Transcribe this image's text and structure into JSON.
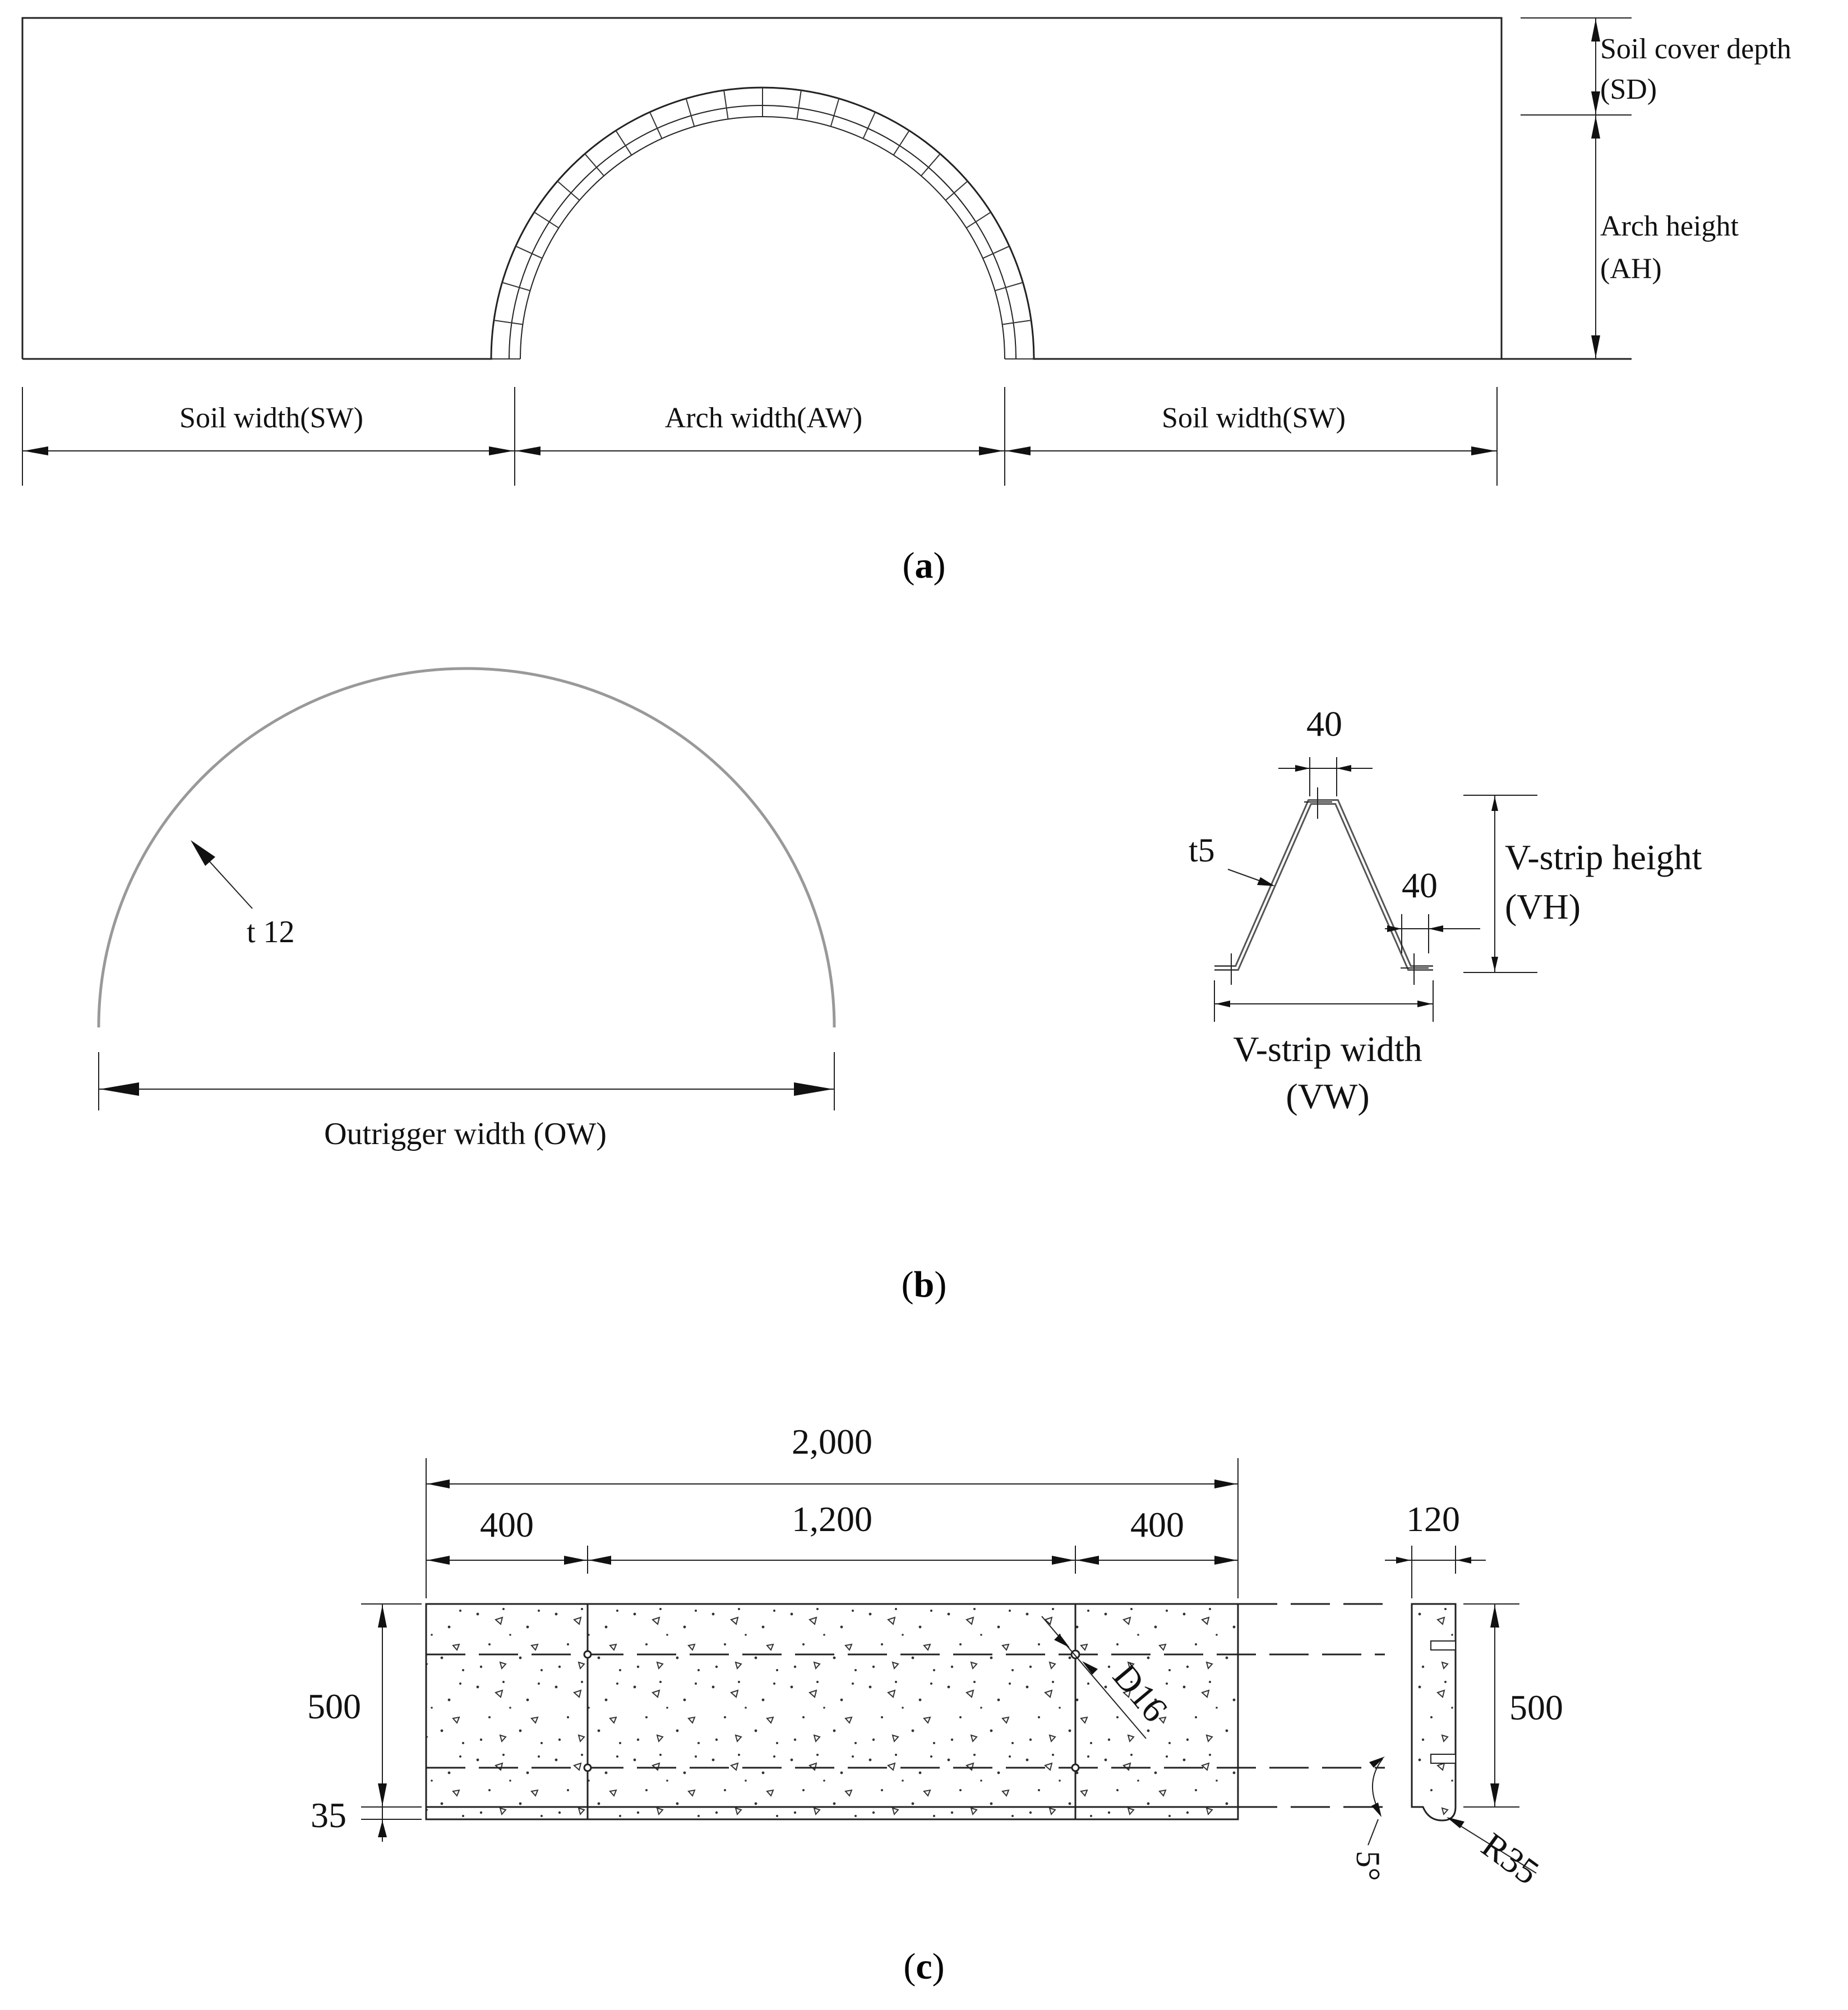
{
  "panel_a": {
    "caption": "a",
    "soil_cover_depth_line1": "Soil cover depth",
    "soil_cover_depth_line2": "(SD)",
    "arch_height_line1": "Arch height",
    "arch_height_line2": "(AH)",
    "soil_width_left": "Soil width(SW)",
    "arch_width": "Arch width(AW)",
    "soil_width_right": "Soil width(SW)"
  },
  "panel_b": {
    "caption": "b",
    "thickness": "t 12",
    "outrigger_width": "Outrigger width (OW)",
    "top_width": "40",
    "strip_thickness": "t5",
    "flange_width": "40",
    "vstrip_height_line1": "V-strip height",
    "vstrip_height_line2": "(VH)",
    "vstrip_width_line1": "V-strip width",
    "vstrip_width_line2": "(VW)"
  },
  "panel_c": {
    "caption": "c",
    "total_length": "2,000",
    "left_segment": "400",
    "middle_segment": "1,200",
    "right_segment": "400",
    "height_left": "500",
    "bottom_offset": "35",
    "rebar": "D16",
    "section_width": "120",
    "section_height": "500",
    "angle": "5°",
    "radius": "R35"
  }
}
